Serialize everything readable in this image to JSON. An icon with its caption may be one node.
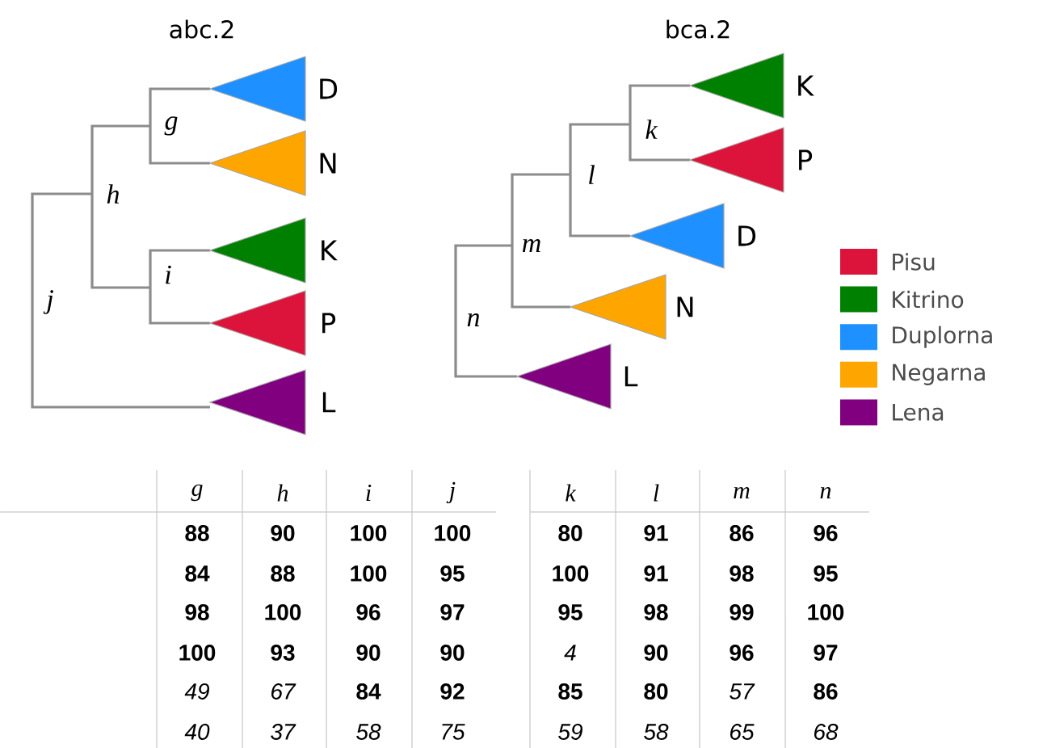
{
  "diagram": {
    "labels": [
      "abc.2",
      "bca.2",
      "D",
      "N",
      "K",
      "P",
      "L",
      "g",
      "h",
      "i",
      "j",
      "K",
      "P",
      "D",
      "N",
      "L",
      "k",
      "l",
      "m",
      "n",
      "g",
      "h",
      "i",
      "j",
      "k",
      "l",
      "m",
      "n",
      "88",
      "90",
      "100",
      "100",
      "80",
      "91",
      "86",
      "96",
      "84",
      "88",
      "100",
      "95",
      "100",
      "91",
      "98",
      "95",
      "98",
      "100",
      "96",
      "97",
      "95",
      "98",
      "99",
      "100",
      "100",
      "93",
      "90",
      "90",
      "4",
      "90",
      "96",
      "97",
      "49",
      "67",
      "84",
      "92",
      "85",
      "80",
      "57",
      "86",
      "40",
      "37",
      "58",
      "75",
      "59",
      "58",
      "65",
      "68"
    ],
    "legend": [
      {
        "text": "Pisu",
        "color": "#dc143c"
      },
      {
        "text": "Kitrino",
        "color": "#008000"
      },
      {
        "text": "Duplorna",
        "color": "#1e90ff"
      },
      {
        "text": "Negarna",
        "color": "#ffa500"
      },
      {
        "text": "Lena",
        "color": "#800080"
      }
    ]
  }
}
